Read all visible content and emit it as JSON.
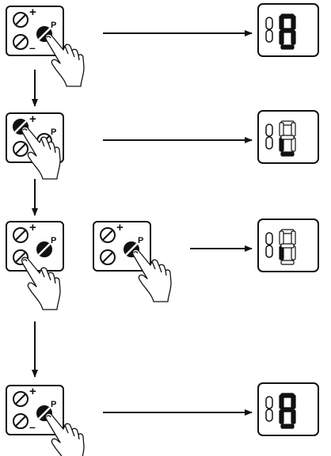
{
  "labels": {
    "plus": "+",
    "minus": "–",
    "program": "P"
  },
  "steps": [
    {
      "panels": [
        {
          "plus_label": true,
          "minus_label": true,
          "p_label": true,
          "pressed": [
            "p"
          ],
          "hand": "p"
        }
      ],
      "display_segments": [
        "a",
        "b",
        "c",
        "d",
        "e",
        "f",
        "g"
      ]
    },
    {
      "panels": [
        {
          "plus_label": true,
          "minus_label": false,
          "p_label": true,
          "pressed": [
            "plus"
          ],
          "hand": "plus"
        }
      ],
      "display_segments": [
        "d",
        "e"
      ]
    },
    {
      "panels": [
        {
          "plus_label": true,
          "minus_label": false,
          "p_label": true,
          "pressed": [
            "p"
          ],
          "hand": "minus"
        },
        {
          "plus_label": true,
          "minus_label": false,
          "p_label": true,
          "pressed": [
            "p"
          ],
          "hand": "p"
        }
      ],
      "display_segments": [
        "e"
      ]
    },
    {
      "panels": [
        {
          "plus_label": true,
          "minus_label": true,
          "p_label": true,
          "pressed": [
            "p"
          ],
          "hand": "p"
        }
      ],
      "display_segments": [
        "a",
        "b",
        "c",
        "d",
        "e",
        "f",
        "g"
      ]
    }
  ],
  "colors": {
    "ink": "#111111",
    "paper": "#ffffff"
  }
}
